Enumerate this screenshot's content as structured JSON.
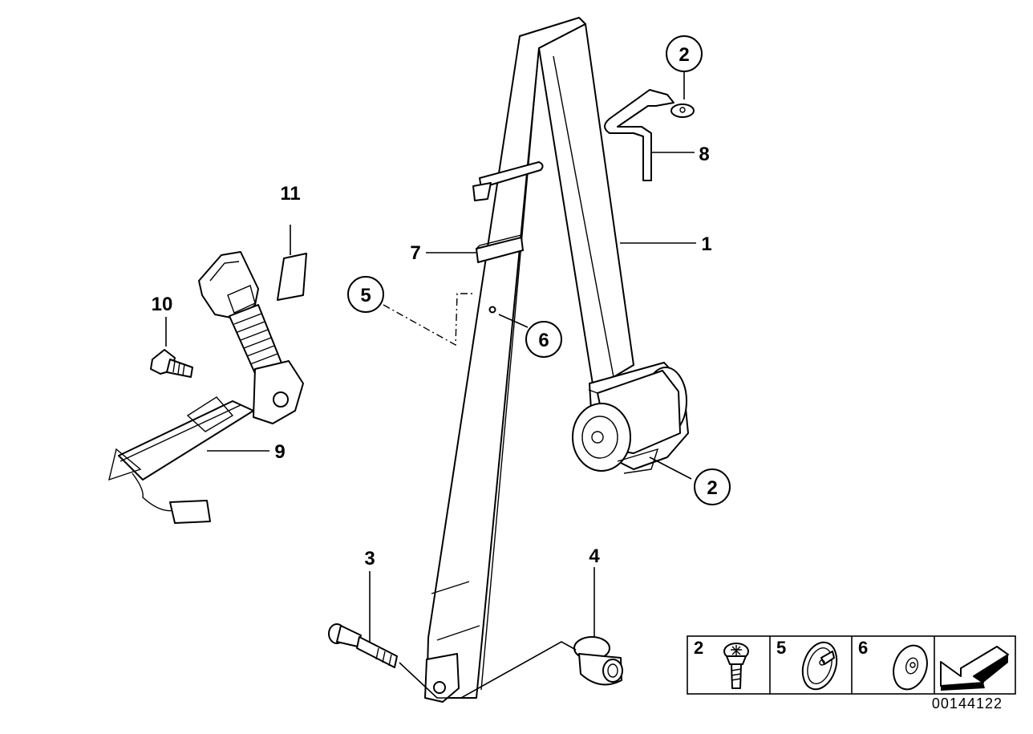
{
  "callouts": {
    "c1": "1",
    "c2_top": "2",
    "c2_retractor": "2",
    "c3": "3",
    "c4": "4",
    "c5": "5",
    "c6": "6",
    "c7": "7",
    "c8": "8",
    "c9": "9",
    "c10": "10",
    "c11": "11"
  },
  "legend": {
    "cells": [
      {
        "number": "2"
      },
      {
        "number": "5"
      },
      {
        "number": "6"
      }
    ]
  },
  "diagram_ref": "00144122"
}
